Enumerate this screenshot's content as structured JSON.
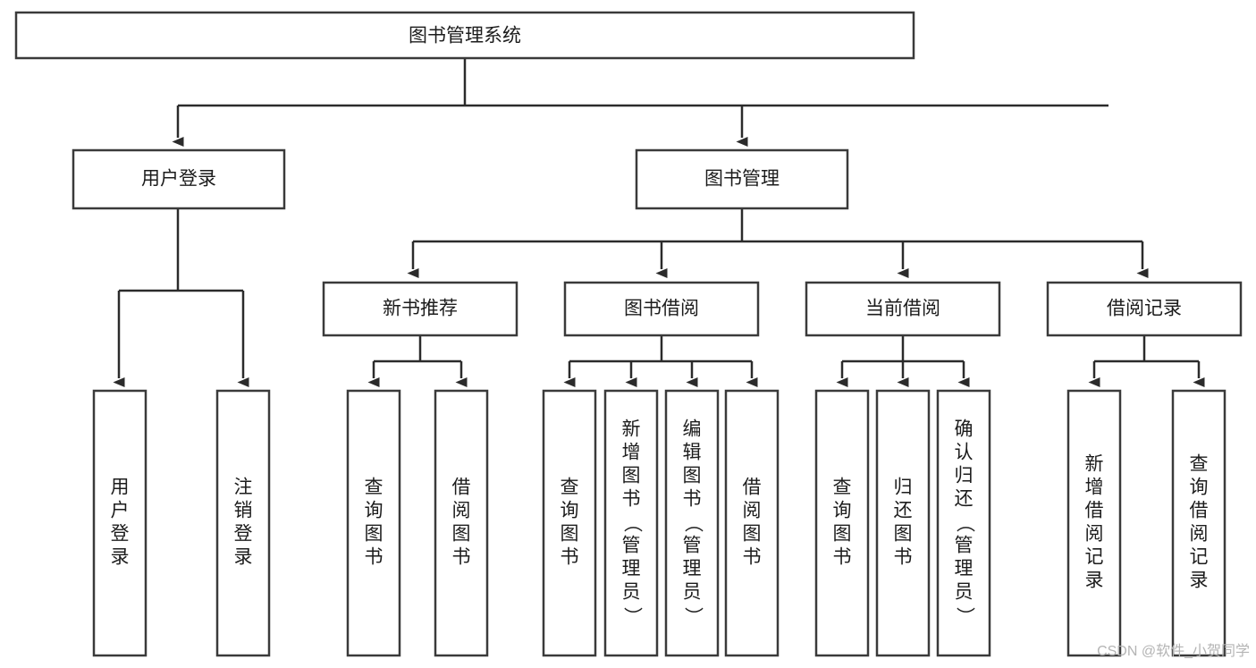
{
  "diagram": {
    "title": "图书管理系统",
    "type": "hierarchy-tree",
    "orientation": "top-down",
    "root": {
      "label": "图书管理系统",
      "text_orientation": "horizontal"
    },
    "level2": [
      {
        "label": "用户登录",
        "text_orientation": "horizontal"
      },
      {
        "label": "图书管理",
        "text_orientation": "horizontal"
      }
    ],
    "level3": [
      {
        "label": "新书推荐",
        "text_orientation": "horizontal"
      },
      {
        "label": "图书借阅",
        "text_orientation": "horizontal"
      },
      {
        "label": "当前借阅",
        "text_orientation": "horizontal"
      },
      {
        "label": "借阅记录",
        "text_orientation": "horizontal"
      }
    ],
    "leaves": {
      "user_login": [
        {
          "label": "用户登录",
          "text_orientation": "vertical"
        },
        {
          "label": "注销登录",
          "text_orientation": "vertical"
        }
      ],
      "new_book_recommend": [
        {
          "label": "查询图书",
          "text_orientation": "vertical"
        },
        {
          "label": "借阅图书",
          "text_orientation": "vertical"
        }
      ],
      "book_borrow": [
        {
          "label": "查询图书",
          "text_orientation": "vertical"
        },
        {
          "label": "新增图书（管理员）",
          "text_orientation": "vertical"
        },
        {
          "label": "编辑图书（管理员）",
          "text_orientation": "vertical"
        },
        {
          "label": "借阅图书",
          "text_orientation": "vertical"
        }
      ],
      "current_borrow": [
        {
          "label": "查询图书",
          "text_orientation": "vertical"
        },
        {
          "label": "归还图书",
          "text_orientation": "vertical"
        },
        {
          "label": "确认归还（管理员）",
          "text_orientation": "vertical"
        }
      ],
      "borrow_record": [
        {
          "label": "新增借阅记录",
          "text_orientation": "vertical"
        },
        {
          "label": "查询借阅记录",
          "text_orientation": "vertical"
        }
      ]
    }
  },
  "watermark": {
    "text": "CSDN @软件_小贺同学"
  },
  "colors": {
    "box_stroke": "#3a3a3a",
    "connector": "#2b2b2b",
    "background": "#ffffff",
    "text": "#1c1c1c",
    "watermark": "#b4b4b4"
  }
}
